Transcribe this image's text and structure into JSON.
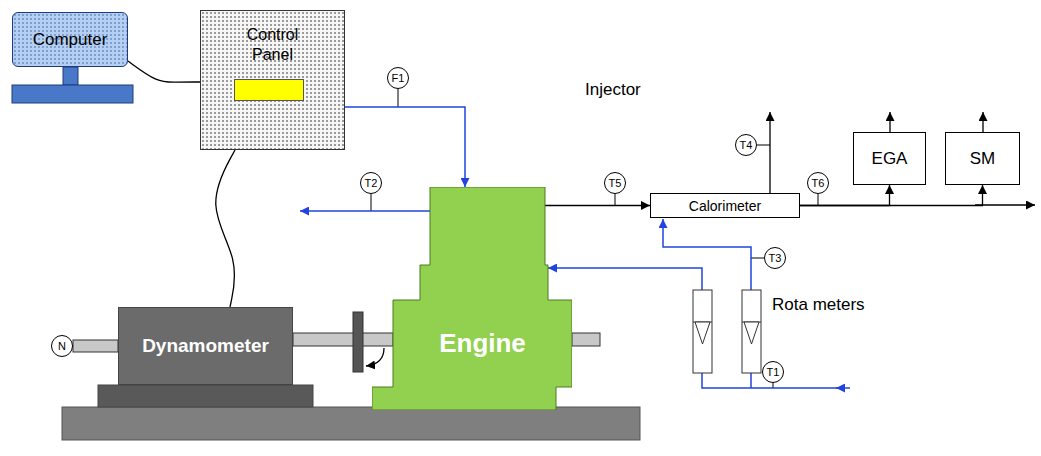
{
  "diagram": {
    "nodes": [
      {
        "text": [
          "Computer"
        ]
      },
      {
        "text": [
          "Control Panel"
        ]
      },
      {
        "text": [
          "F1"
        ]
      },
      {
        "text": [
          "T2"
        ]
      },
      {
        "text": [
          "Engine"
        ]
      },
      {
        "text": [
          "T5"
        ]
      },
      {
        "text": [
          "Calorimeter"
        ]
      },
      {
        "text": [
          "T4"
        ]
      },
      {
        "text": [
          "T6"
        ]
      },
      {
        "text": [
          "EGA"
        ]
      },
      {
        "text": [
          "SM"
        ]
      },
      {
        "text": [
          "T3"
        ]
      },
      {
        "text": [
          "T1"
        ]
      },
      {
        "text": [
          "N"
        ]
      },
      {
        "text": [
          "Dynamometer"
        ]
      }
    ],
    "edges": [
      {
        "from": 0,
        "to": 1,
        "arrow": "none"
      },
      {
        "from": 1,
        "to": 14,
        "arrow": "none"
      },
      {
        "from": 1,
        "to": 4,
        "arrow": "to"
      },
      {
        "from": 4,
        "to": 6,
        "arrow": "to"
      },
      {
        "from": 6,
        "to": 9,
        "arrow": "to"
      },
      {
        "from": 6,
        "to": 10,
        "arrow": "to"
      }
    ],
    "labels": [
      "Injector",
      "Rota meters"
    ]
  }
}
